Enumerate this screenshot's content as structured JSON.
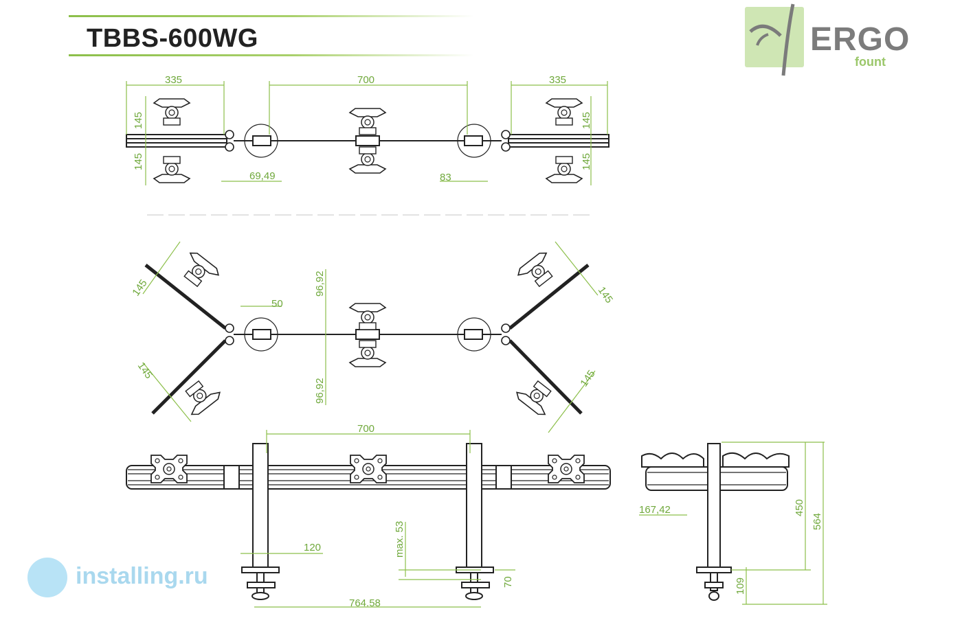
{
  "title": "TBBS-600WG",
  "logo": {
    "word": "ERGO",
    "sub": "fount",
    "icon": "ergofount-logo-mark"
  },
  "watermark": {
    "text": "installing.ru",
    "icon": "installing-globe-icon"
  },
  "colors": {
    "accent": "#8cbf4a",
    "dimension": "#6fa83b",
    "line": "#222222"
  },
  "views": {
    "top_straight": {
      "dims": [
        "335",
        "700",
        "335",
        "145",
        "145",
        "145",
        "145",
        "69,49",
        "83"
      ]
    },
    "top_angled": {
      "dims": [
        "50",
        "96,92",
        "96,92",
        "145",
        "145",
        "145",
        "145"
      ]
    },
    "front": {
      "dims": [
        "700",
        "120",
        "max. 53",
        "70",
        "764.58"
      ]
    },
    "side": {
      "dims": [
        "167,42",
        "450",
        "564",
        "109"
      ]
    }
  }
}
